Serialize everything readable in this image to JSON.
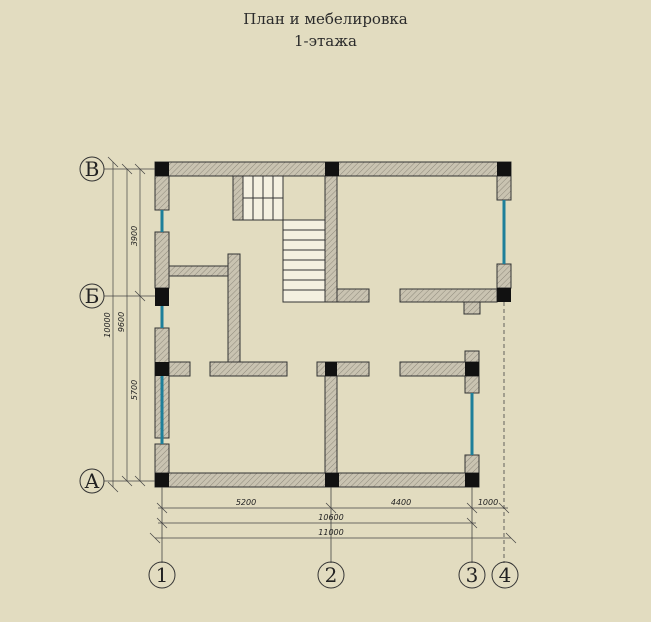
{
  "title": {
    "line1": "План и мебелировка",
    "line2": "1-этажа"
  },
  "axes": {
    "rows": [
      "В",
      "Б",
      "А"
    ],
    "cols": [
      "1",
      "2",
      "3",
      "4"
    ]
  },
  "dimensions": {
    "horizontal": [
      "5200",
      "4400",
      "1000",
      "10600",
      "11000"
    ],
    "vertical": [
      "3900",
      "5700",
      "9600",
      "10000"
    ]
  },
  "colors": {
    "background": "#e2dcc0",
    "wall_fill": "#c8c2b0",
    "column": "#111111",
    "window": "#1e7f9a",
    "line": "#333333"
  }
}
